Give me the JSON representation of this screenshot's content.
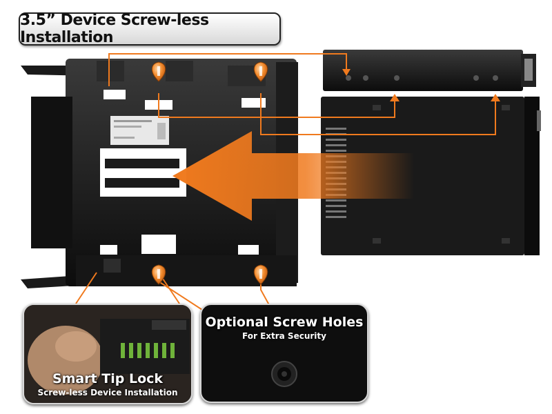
{
  "title": "3.5” Device Screw-less Installation",
  "callouts": {
    "screw_holes": {
      "title": "Optional Screw Holes",
      "subtitle": "For Extra Security"
    },
    "tip_lock": {
      "title": "Smart Tip Lock",
      "subtitle": "Screw-less Device Installation"
    }
  },
  "colors": {
    "accent_orange": "#f07a1e",
    "bracket_black": "#151515",
    "callout_background": "#0e0e0e"
  },
  "icons": [
    "screw-pin-icon",
    "insert-arrow-icon",
    "connector-line"
  ]
}
